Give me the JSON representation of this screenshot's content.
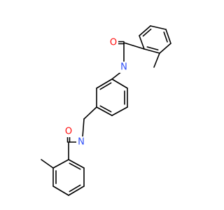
{
  "molecule": {
    "atoms": [
      {
        "id": "o1",
        "symbol": "O",
        "color": "#ff0d0d"
      },
      {
        "id": "n1",
        "symbol": "N",
        "color": "#3050f8"
      },
      {
        "id": "n2",
        "symbol": "N",
        "color": "#3050f8"
      },
      {
        "id": "o2",
        "symbol": "O",
        "color": "#ff0d0d"
      }
    ],
    "bond_color": "#000000",
    "background": "#ffffff"
  }
}
